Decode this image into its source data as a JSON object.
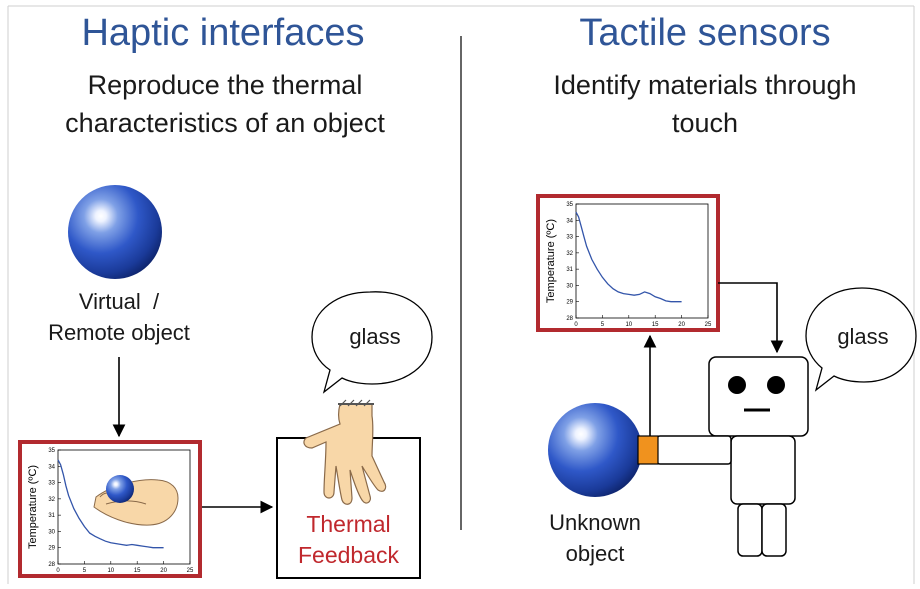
{
  "left_panel": {
    "title": "Haptic interfaces",
    "subtitle_line1": "Reproduce the thermal",
    "subtitle_line2": "characteristics of an object",
    "object_label_line1": "Virtual  /",
    "object_label_line2": "Remote object",
    "feedback_line1": "Thermal",
    "feedback_line2": "Feedback",
    "bubble_text": "glass"
  },
  "right_panel": {
    "title": "Tactile sensors",
    "subtitle_line1": "Identify materials through",
    "subtitle_line2": "touch",
    "object_label_line1": "Unknown",
    "object_label_line2": "object",
    "bubble_text": "glass"
  },
  "colors": {
    "title": "#2f5597",
    "frame_red": "#b22a2f",
    "feedback_red": "#c0282d",
    "curve_blue": "#3355aa",
    "sensor_orange": "#f0921e",
    "hand_skin": "#f8d7a8"
  },
  "chart_data": [
    {
      "type": "line",
      "title": "",
      "xlabel": "",
      "ylabel": "Temperature (ºC)",
      "xlim": [
        0,
        25
      ],
      "ylim": [
        28,
        35
      ],
      "x_ticks": [
        "0",
        "5",
        "10",
        "15",
        "20",
        "25"
      ],
      "y_ticks": [
        "28",
        "29",
        "30",
        "31",
        "32",
        "33",
        "34",
        "35"
      ],
      "series": [
        {
          "x": [
            0,
            0.5,
            1,
            1.5,
            2,
            3,
            4,
            5,
            6,
            7,
            8,
            9,
            10,
            11,
            12,
            13,
            14,
            15,
            16,
            17,
            18,
            19,
            20
          ],
          "y": [
            34.4,
            34.1,
            33.5,
            32.8,
            32.2,
            31.4,
            30.8,
            30.3,
            29.9,
            29.7,
            29.55,
            29.4,
            29.3,
            29.25,
            29.2,
            29.15,
            29.2,
            29.15,
            29.1,
            29.05,
            29.0,
            29.0,
            29.0
          ]
        }
      ]
    },
    {
      "type": "line",
      "title": "",
      "xlabel": "",
      "ylabel": "Temperature (ºC)",
      "xlim": [
        0,
        25
      ],
      "ylim": [
        28,
        35
      ],
      "x_ticks": [
        "0",
        "5",
        "10",
        "15",
        "20",
        "25"
      ],
      "y_ticks": [
        "28",
        "29",
        "30",
        "31",
        "32",
        "33",
        "34",
        "35"
      ],
      "series": [
        {
          "x": [
            0,
            0.5,
            1,
            1.5,
            2,
            3,
            4,
            5,
            6,
            7,
            8,
            9,
            10,
            11,
            12,
            13,
            14,
            15,
            16,
            17,
            18,
            19,
            20
          ],
          "y": [
            34.5,
            34.2,
            33.6,
            33.0,
            32.4,
            31.6,
            31.0,
            30.5,
            30.1,
            29.8,
            29.6,
            29.5,
            29.45,
            29.4,
            29.45,
            29.6,
            29.5,
            29.3,
            29.2,
            29.05,
            29.0,
            29.0,
            29.0
          ]
        }
      ]
    }
  ]
}
